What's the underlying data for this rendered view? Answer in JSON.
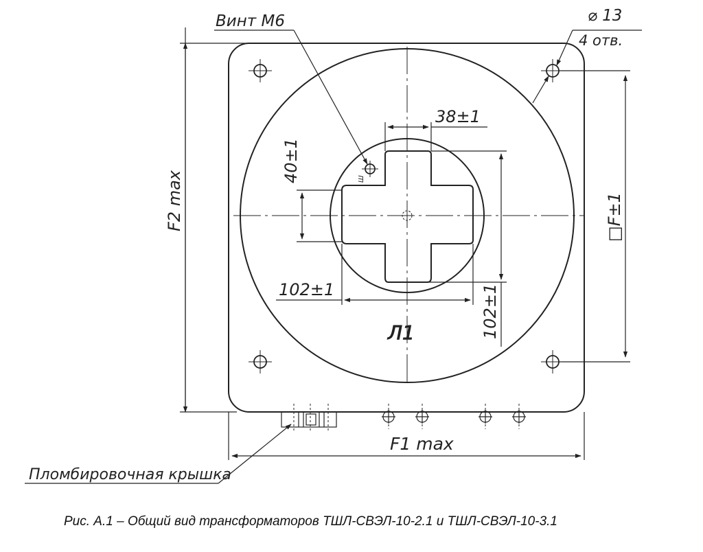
{
  "labels": {
    "screw": "Винт М6",
    "hole_diameter": "⌀ 13",
    "hole_count": "4 отв.",
    "dim_38": "38±1",
    "dim_40": "40±1",
    "dim_102_h": "102±1",
    "dim_102_v": "102±1",
    "dim_F": "□F±1",
    "dim_F2": "F2 max",
    "dim_F1": "F1 max",
    "terminal": "Л1",
    "small_mark": "Ш",
    "seal_cover": "Пломбировочная крышка"
  },
  "caption": "Рис. А.1 – Общий вид трансформаторов ТШЛ-СВЭЛ-10-2.1 и ТШЛ-СВЭЛ-10-3.1",
  "colors": {
    "line": "#222222",
    "background": "#ffffff"
  }
}
